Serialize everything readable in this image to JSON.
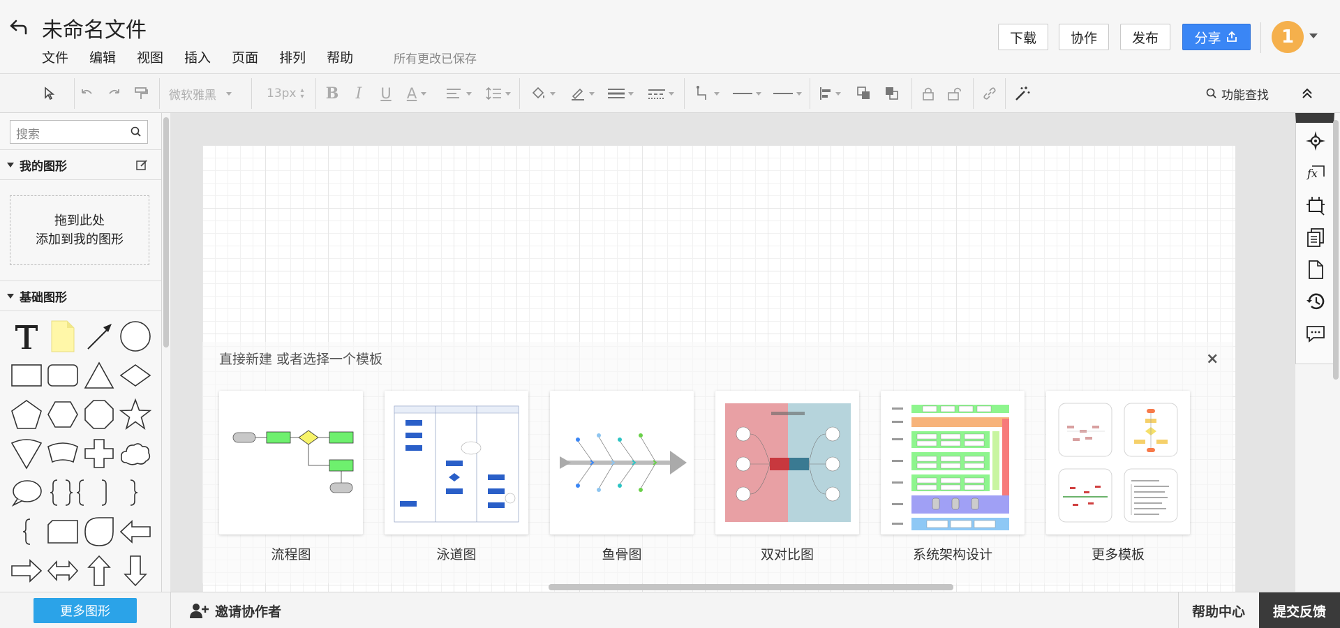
{
  "header": {
    "title": "未命名文件",
    "menu": [
      "文件",
      "编辑",
      "视图",
      "插入",
      "页面",
      "排列",
      "帮助"
    ],
    "saved_status": "所有更改已保存",
    "download_label": "下载",
    "collaborate_label": "协作",
    "publish_label": "发布",
    "share_label": "分享",
    "avatar_text": "1"
  },
  "toolbar": {
    "font_family": "微软雅黑",
    "font_size": "13px",
    "feature_search": "功能查找"
  },
  "left_panel": {
    "search_placeholder": "搜索",
    "my_shapes_title": "我的图形",
    "drop_line1": "拖到此处",
    "drop_line2": "添加到我的图形",
    "basic_shapes_title": "基础图形",
    "more_shapes_label": "更多图形"
  },
  "templates": {
    "title": "直接新建 或者选择一个模板",
    "close": "×",
    "items": [
      {
        "label": "流程图"
      },
      {
        "label": "泳道图"
      },
      {
        "label": "鱼骨图"
      },
      {
        "label": "双对比图"
      },
      {
        "label": "系统架构设计"
      },
      {
        "label": "更多模板"
      }
    ]
  },
  "bottom_bar": {
    "invite_label": "邀请协作者",
    "help_center_label": "帮助中心",
    "feedback_label": "提交反馈"
  },
  "colors": {
    "accent": "#3a86f5",
    "more_shapes_btn": "#2ba3e8",
    "avatar": "#f5b04c"
  }
}
